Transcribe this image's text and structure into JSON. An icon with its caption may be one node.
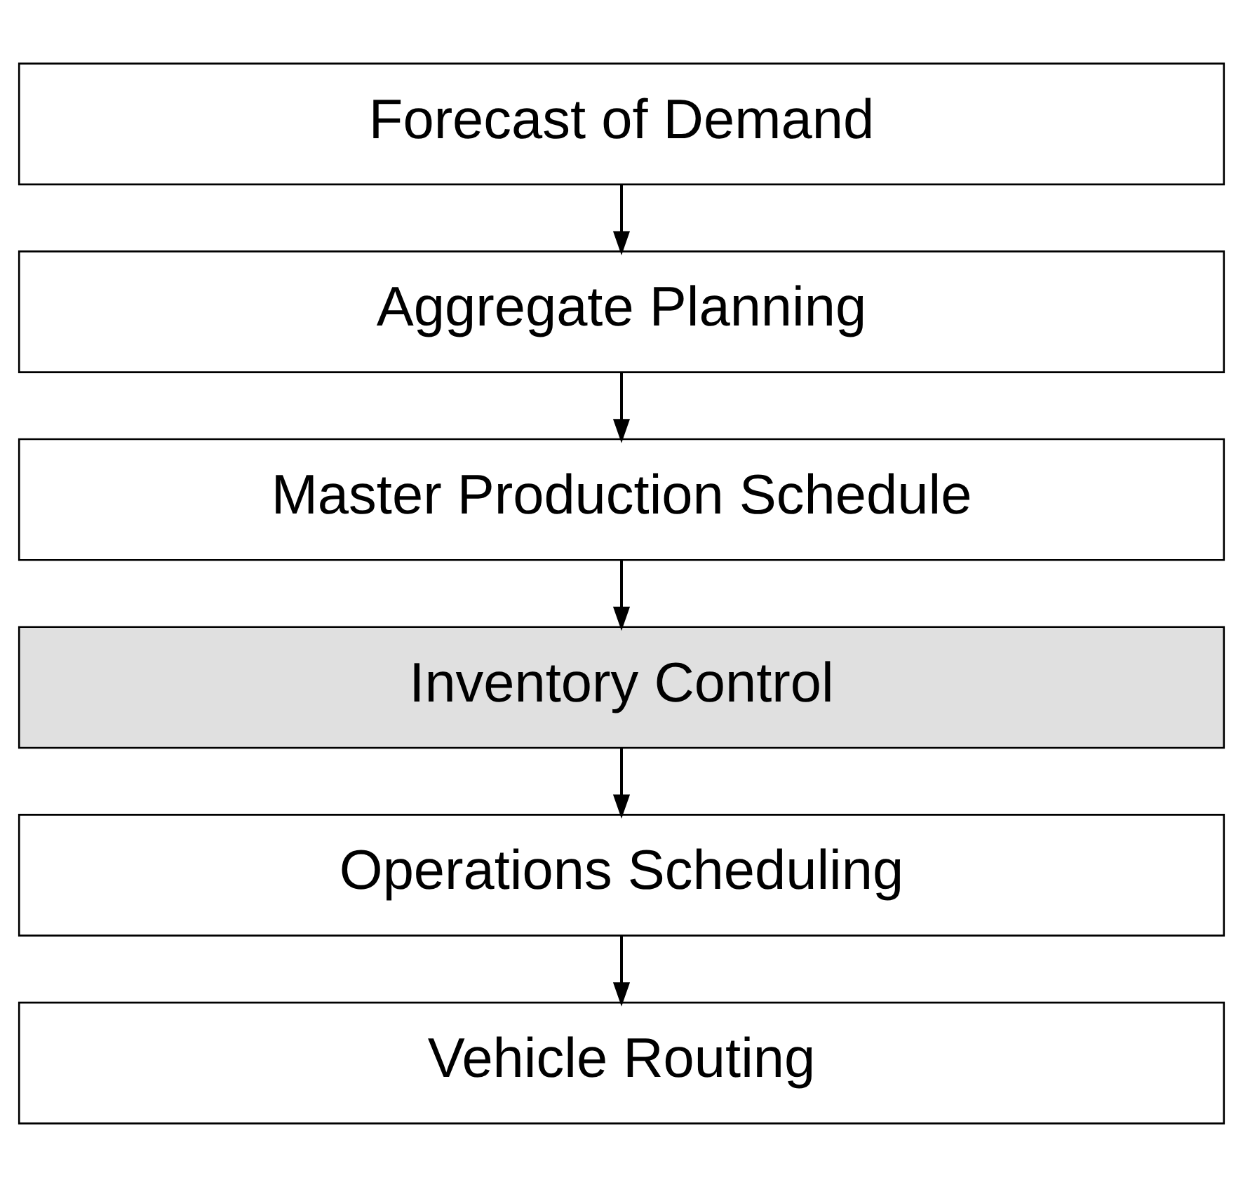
{
  "diagram": {
    "nodes": [
      {
        "text": [
          "Forecast of Demand"
        ]
      },
      {
        "text": [
          "Aggregate Planning"
        ]
      },
      {
        "text": [
          "Master Production Schedule"
        ]
      },
      {
        "text": [
          "Inventory Control"
        ]
      },
      {
        "text": [
          "Operations Scheduling"
        ]
      },
      {
        "text": [
          "Vehicle Routing"
        ]
      }
    ],
    "edges": [
      {
        "from": 0,
        "to": 1,
        "arrow": "to"
      },
      {
        "from": 1,
        "to": 2,
        "arrow": "to"
      },
      {
        "from": 2,
        "to": 3,
        "arrow": "to"
      },
      {
        "from": 3,
        "to": 4,
        "arrow": "to"
      },
      {
        "from": 4,
        "to": 5,
        "arrow": "to"
      }
    ]
  }
}
